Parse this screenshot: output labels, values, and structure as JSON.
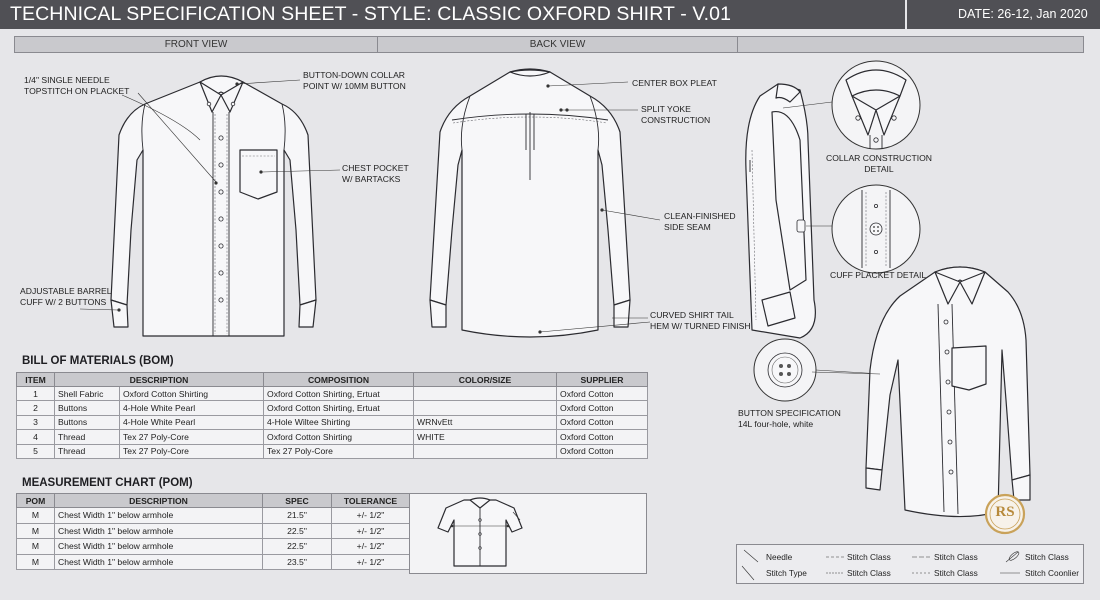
{
  "header": {
    "title": "TECHNICAL SPECIFICATION SHEET - STYLE: CLASSIC OXFORD SHIRT - V.01",
    "date": "DATE: 26-12, Jan 2020"
  },
  "views": {
    "front": "FRONT VIEW",
    "back": "BACK VIEW"
  },
  "callouts": {
    "topstitch": "1/4\" SINGLE NEEDLE\nTOPSTITCH ON PLACKET",
    "collar_point": "BUTTON-DOWN COLLAR\nPOINT W/ 10MM BUTTON",
    "chest_pocket": "CHEST POCKET\nW/ BARTACKS",
    "barrel_cuff": "ADJUSTABLE BARREL\nCUFF W/ 2 BUTTONS",
    "box_pleat": "CENTER BOX PLEAT",
    "split_yoke": "SPLIT YOKE\nCONSTRUCTION",
    "side_seam": "CLEAN-FINISHED\nSIDE SEAM",
    "shirt_tail": "CURVED SHIRT TAIL\nHEM W/ TURNED FINISH",
    "collar_detail": "COLLAR CONSTRUCTION\nDETAIL",
    "cuff_detail": "CUFF PLACKET DETAIL",
    "button_spec": "BUTTON SPECIFICATION\n14L four-hole, white"
  },
  "bom": {
    "title": "BILL OF MATERIALS (BOM)",
    "headers": [
      "ITEM",
      "DESCRIPTION",
      "COMPOSITION",
      "COLOR/SIZE",
      "SUPPLIER"
    ],
    "rows": [
      [
        "1",
        "Shell Fabric",
        "Oxford Cotton Shirting",
        "Oxford Cotton Shirting, Ertuat",
        "",
        "Oxford Cotton"
      ],
      [
        "2",
        "Buttons",
        "4-Hole White Pearl",
        "Oxford Cotton Shirting, Ertuat",
        "",
        "Oxford Cotton"
      ],
      [
        "3",
        "Buttons",
        "4-Hole White Pearl",
        "4-Hole Wiltee Shirting",
        "WRNvEtt",
        "Oxford Cotton"
      ],
      [
        "4",
        "Thread",
        "Tex 27 Poly-Core",
        "Oxford Cotton Shirting",
        "WHITE",
        "Oxford Cotton"
      ],
      [
        "5",
        "Thread",
        "Tex 27 Poly-Core",
        "Tex 27 Poly-Core",
        "",
        "Oxford Cotton"
      ]
    ]
  },
  "pom": {
    "title": "MEASUREMENT CHART (POM)",
    "headers": [
      "POM",
      "DESCRIPTION",
      "SPEC",
      "TOLERANCE"
    ],
    "rows": [
      [
        "M",
        "Chest Width 1\" below armhole",
        "21.5\"",
        "+/- 1/2\""
      ],
      [
        "M",
        "Chest Width 1\" below armhole",
        "22.5\"",
        "+/- 1/2\""
      ],
      [
        "M",
        "Chest Width 1\" below armhole",
        "22.5\"",
        "+/- 1/2\""
      ],
      [
        "M",
        "Chest Width 1\" below armhole",
        "23.5\"",
        "+/- 1/2\""
      ]
    ]
  },
  "legend": {
    "items": [
      "Needle",
      "Stitch Type",
      "Stitch Class",
      "Stitch Class",
      "Stitch Class",
      "Stitch Class",
      "Stitch Class",
      "Stitch Coonlier"
    ]
  },
  "logo": {
    "text": "RS"
  }
}
